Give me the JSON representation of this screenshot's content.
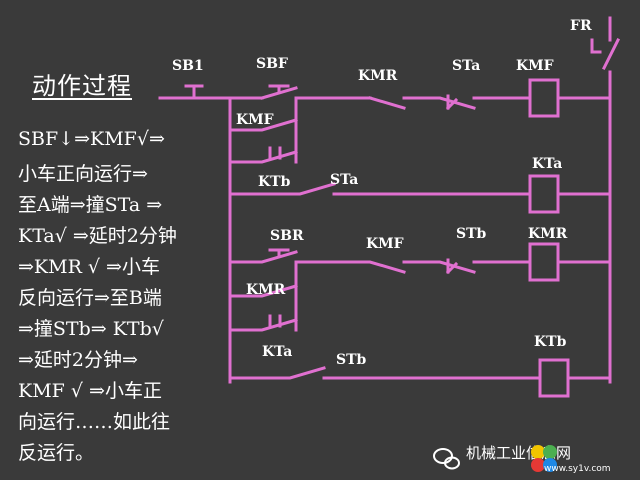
{
  "title": "动作过程",
  "steps": [
    "SBF↓⇒KMF√⇒",
    "小车正向运行⇒",
    "至A端⇒撞STa ⇒",
    "KTa√ ⇒延时2分钟",
    "⇒KMR √ ⇒小车",
    "反向运行⇒至B端",
    "⇒撞STb⇒ KTb√",
    "⇒延时2分钟⇒",
    "KMF √ ⇒小车正",
    "向运行……如此往",
    "反运行。"
  ],
  "labels": {
    "fr": "FR",
    "sb1": "SB1",
    "sbf": "SBF",
    "kmr_nc_top": "KMR",
    "sta_top": "STa",
    "kmf_coil": "KMF",
    "kmf_aux": "KMF",
    "ktb_contact": "KTb",
    "sta_contact": "STa",
    "kta_coil": "KTa",
    "sbr": "SBR",
    "kmf_nc_mid": "KMF",
    "stb_mid": "STb",
    "kmr_coil": "KMR",
    "kmr_aux": "KMR",
    "kta_contact": "KTa",
    "stb_contact": "STb",
    "ktb_coil": "KTb"
  },
  "watermark": {
    "text": "机械工业",
    "text2": "信息网",
    "url": "www.sy1v.com"
  },
  "colors": {
    "background": "#3a3a3a",
    "wire": "#e070d0",
    "text": "#ffffff"
  }
}
